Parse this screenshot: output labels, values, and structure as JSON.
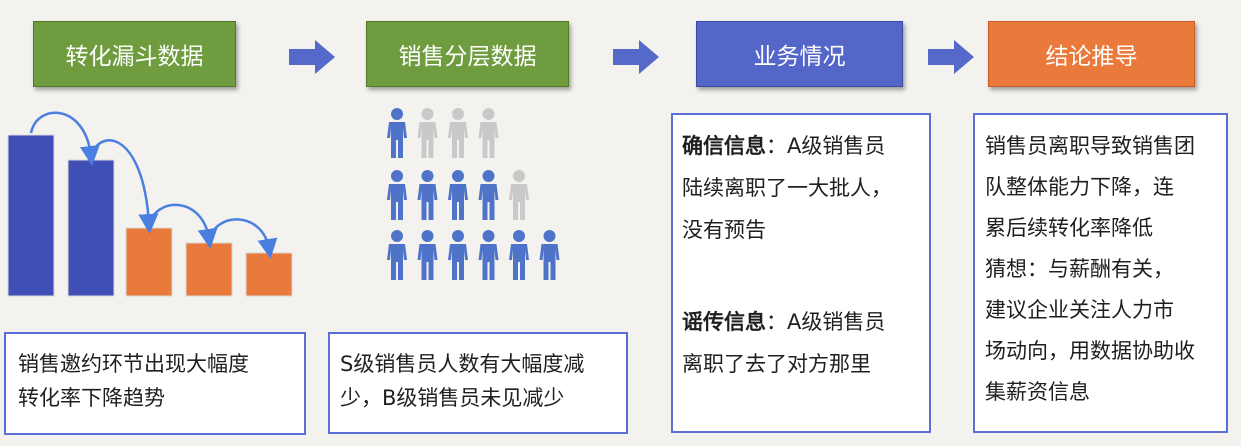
{
  "steps": [
    {
      "label": "转化漏斗数据",
      "color": "#6f9c3f"
    },
    {
      "label": "销售分层数据",
      "color": "#6f9c3f"
    },
    {
      "label": "业务情况",
      "color": "#5466c8"
    },
    {
      "label": "结论推导",
      "color": "#ea7a3b"
    }
  ],
  "funnel": {
    "bars": [
      {
        "color": "#3f4fb6",
        "level": 1.0
      },
      {
        "color": "#3f4fb6",
        "level": 0.845
      },
      {
        "color": "#ea7a3b",
        "level": 0.42
      },
      {
        "color": "#ea7a3b",
        "level": 0.33
      },
      {
        "color": "#ea7a3b",
        "level": 0.265
      }
    ],
    "arrow_color": "#4a7fe0",
    "caption_lines": [
      "销售邀约环节出现大幅度",
      "转化率下降趋势"
    ]
  },
  "people": {
    "rows": [
      {
        "active": 1,
        "total": 4
      },
      {
        "active": 4,
        "total": 5
      },
      {
        "active": 6,
        "total": 6
      }
    ],
    "active_color": "#4e73c8",
    "inactive_color": "#c9c9c9",
    "caption_lines": [
      "S级销售员人数有大幅度减",
      "少，B级销售员未见减少"
    ]
  },
  "business": {
    "block1": {
      "title": "确信信息",
      "lines": [
        "：A级销售员",
        "陆续离职了一大批人，",
        "没有预告"
      ]
    },
    "block2": {
      "title": "谣传信息",
      "lines": [
        "：A级销售员",
        "离职了去了对方那里"
      ]
    }
  },
  "conclusion": {
    "lines": [
      "销售员离职导致销售团",
      "队整体能力下降，连",
      "累后续转化率降低",
      "猜想：与薪酬有关，",
      "建议企业关注人力市",
      "场动向，用数据协助收",
      "集薪资信息"
    ]
  },
  "arrow_color": "#5469c9"
}
